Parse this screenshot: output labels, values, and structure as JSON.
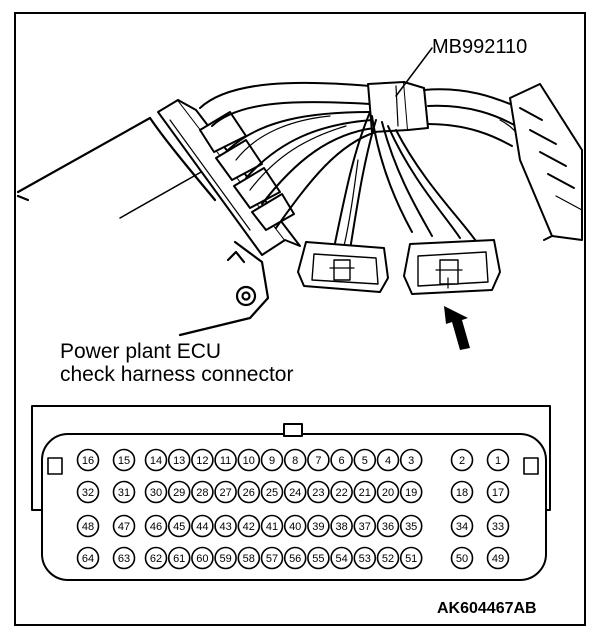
{
  "labels": {
    "tool": "MB992110",
    "caption_line1": "Power plant ECU",
    "caption_line2": "check harness connector",
    "figure_id": "AK604467AB"
  },
  "connector": {
    "rows": [
      [
        "16",
        "15",
        "14",
        "13",
        "12",
        "11",
        "10",
        "9",
        "8",
        "7",
        "6",
        "5",
        "4",
        "3",
        "2",
        "1"
      ],
      [
        "32",
        "31",
        "30",
        "29",
        "28",
        "27",
        "26",
        "25",
        "24",
        "23",
        "22",
        "21",
        "20",
        "19",
        "18",
        "17"
      ],
      [
        "48",
        "47",
        "46",
        "45",
        "44",
        "43",
        "42",
        "41",
        "40",
        "39",
        "38",
        "37",
        "36",
        "35",
        "34",
        "33"
      ],
      [
        "64",
        "63",
        "62",
        "61",
        "60",
        "59",
        "58",
        "57",
        "56",
        "55",
        "54",
        "53",
        "52",
        "51",
        "50",
        "49"
      ]
    ]
  }
}
